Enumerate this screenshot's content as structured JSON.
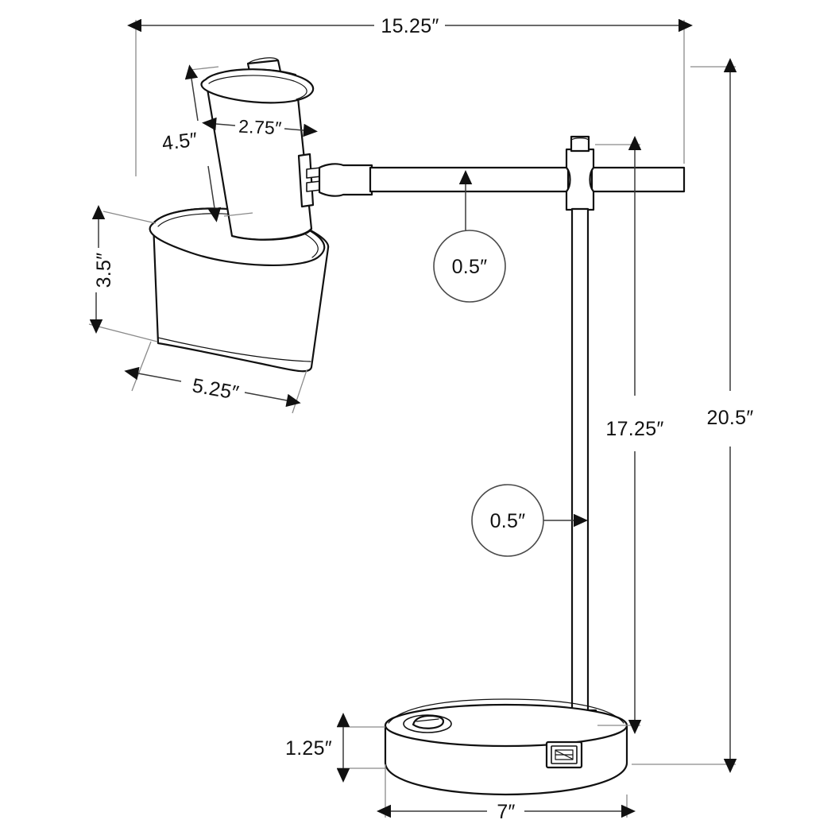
{
  "drawing": {
    "title": "Desk lamp dimensioned technical drawing",
    "units": "inches",
    "unit_symbol": "″",
    "line_color": "#111111",
    "dimension_line_color": "#3a3a3a",
    "extension_line_color": "#8a8a8a",
    "background_color": "#ffffff"
  },
  "dimensions": {
    "overall_width": "15.25″",
    "shade_height": "4.5″",
    "shade_top_diameter": "2.75″",
    "shade_lower_height": "3.5″",
    "shade_lower_diameter": "5.25″",
    "arm_diameter": "0.5″",
    "pole_diameter": "0.5″",
    "pole_height": "17.25″",
    "overall_height": "20.5″",
    "base_height": "1.25″",
    "base_diameter": "7″"
  },
  "callouts": [
    {
      "id": "arm-diameter",
      "label": "0.5″",
      "points_to": "horizontal-arm"
    },
    {
      "id": "pole-diameter",
      "label": "0.5″",
      "points_to": "vertical-pole"
    }
  ],
  "parts": {
    "lamp_head_cylinder": "lamp-head-cylinder",
    "lamp_head_knob": "lamp-head-knob",
    "lamp_shade": "lamp-shade",
    "swivel_joint": "swivel-joint",
    "horizontal_arm": "horizontal-arm",
    "arm_junction_block": "arm-junction-block",
    "pole_cap": "pole-cap",
    "vertical_pole": "vertical-pole",
    "pole_collar": "pole-collar",
    "base_disc": "base-disc",
    "rocker_switch": "rocker-switch",
    "usb_port": "usb-port"
  }
}
